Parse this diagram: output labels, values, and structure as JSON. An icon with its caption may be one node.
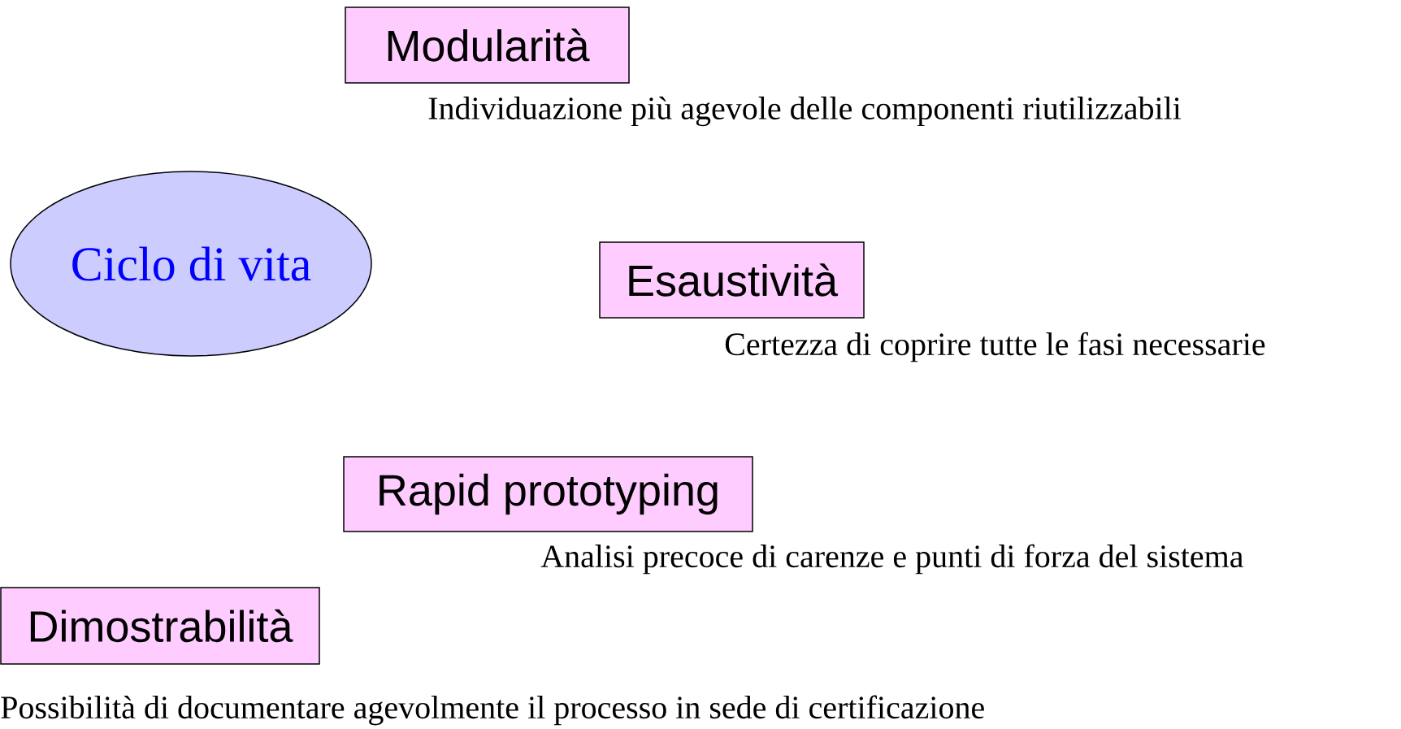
{
  "diagram": {
    "nodes": [
      {
        "text": [
          "Modularità"
        ],
        "beside": [
          "Individuazione più agevole delle componenti riutilizzabili"
        ]
      },
      {
        "text": [
          "Ciclo di vita"
        ]
      },
      {
        "text": [
          "Esaustività"
        ],
        "beside": [
          "Certezza di coprire tutte le fasi necessarie"
        ]
      },
      {
        "text": [
          "Rapid prototyping"
        ],
        "beside": [
          "Analisi precoce di carenze e punti di forza del sistema"
        ]
      },
      {
        "text": [
          "Dimostrabilità"
        ],
        "beside": [
          "Possibilità di documentare agevolmente il processo in sede di certificazione"
        ]
      }
    ]
  }
}
